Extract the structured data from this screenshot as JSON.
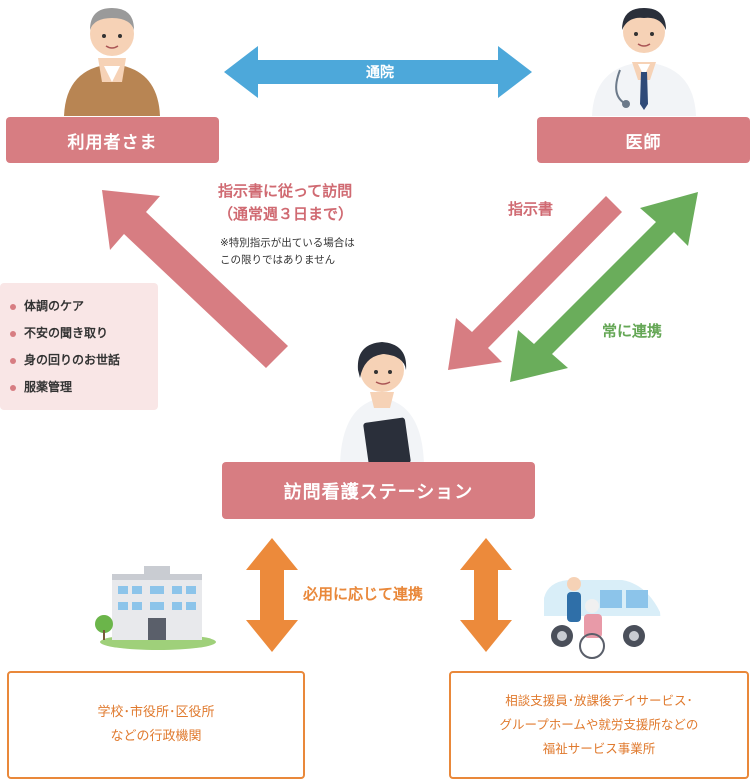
{
  "patient": {
    "label": "利用者さま"
  },
  "doctor": {
    "label": "医師"
  },
  "station": {
    "label": "訪問看護ステーション"
  },
  "hospital_visit": {
    "label": "通院"
  },
  "visit_instruction": {
    "title_line1": "指示書に従って訪問",
    "title_line2": "（通常週３日まで）",
    "note_line1": "※特別指示が出ている場合は",
    "note_line2": "この限りではありません"
  },
  "instruction_label": "指示書",
  "constant_link_label": "常に連携",
  "as_needed_label": "必用に応じて連携",
  "care_items": [
    "体調のケア",
    "不安の聞き取り",
    "身の回りのお世話",
    "服薬管理"
  ],
  "admin_box": {
    "line1": "学校･市役所･区役所",
    "line2": "などの行政機関"
  },
  "welfare_box": {
    "line1": "相談支援員･放課後デイサービス･",
    "line2": "グループホームや就労支援所などの",
    "line3": "福祉サービス事業所"
  },
  "colors": {
    "pink": "#d77d82",
    "blue": "#4da8da",
    "green": "#6aad5b",
    "orange": "#ec8a3b",
    "care_bg": "#f9e6e6"
  }
}
